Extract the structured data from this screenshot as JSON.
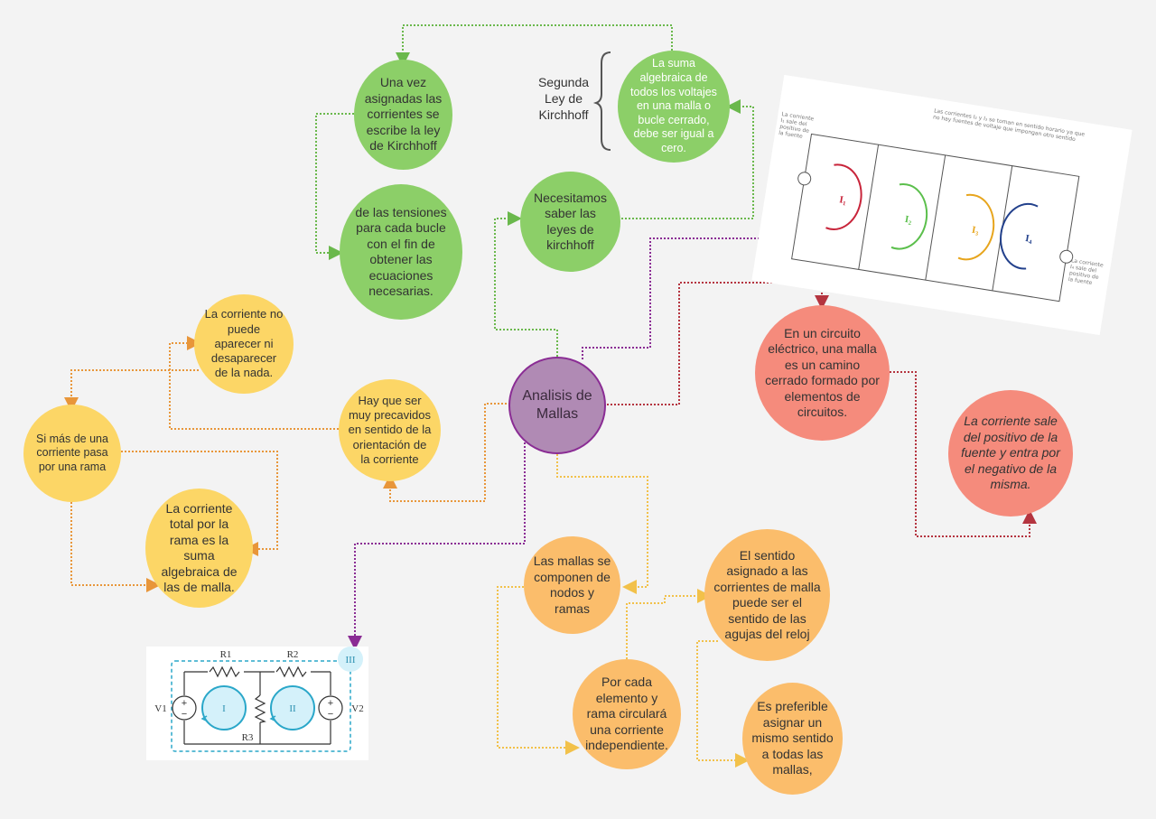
{
  "center": {
    "label": "Analisis de Mallas"
  },
  "kirchhoff": {
    "label": "Segunda Ley de Kirchhoff",
    "definition": "La suma algebraica de todos los voltajes en una malla o bucle cerrado, debe ser igual a cero.",
    "need": "Necesitamos saber las leyes de kirchhoff",
    "apply": "Una vez asignadas las corrientes se escribe la ley de Kirchhoff",
    "tensions": "de las tensiones para cada bucle con el fin de obtener las ecuaciones necesarias."
  },
  "current": {
    "cannot_disappear": "La corriente no puede aparecer ni desaparecer de la nada.",
    "more_than_one": "Si más de una corriente pasa por una rama",
    "total": "La corriente total por la rama es la suma algebraica de las de malla.",
    "careful": "Hay que ser muy precavidos en sentido de la orientación de la corriente"
  },
  "mesh": {
    "definition": "En un circuito eléctrico, una malla es un camino cerrado formado por elementos de circuitos.",
    "source": "La corriente sale del positivo de la fuente y entra por el negativo de la misma."
  },
  "components": {
    "made_of": "Las mallas se componen de nodos y ramas",
    "each_element": "Por cada elemento y rama circulará una corriente independiente.",
    "direction": "El sentido asignado a las corrientes de malla puede ser el sentido de las agujas del reloj",
    "preferable": "Es preferible asignar un mismo sentido a todas las mallas,"
  },
  "circuit": {
    "r1": "R1",
    "r2": "R2",
    "r3": "R3",
    "v1": "V1",
    "v2": "V2",
    "mesh1": "I",
    "mesh2": "II",
    "mesh3": "III"
  },
  "mesh_figure": {
    "note": "Las corrientes I₂ y I₃ se toman en sentido horario ya que no hay fuentes de voltaje que impongan otro sentido",
    "left_note": "La corriente I₁ sale del positivo de la fuente",
    "right_note": "La corriente I₄ sale del positivo de la fuente",
    "i1": "I₁",
    "i2": "I₂",
    "i3": "I₃",
    "i4": "I₄"
  },
  "colors": {
    "green": "#8ccf68",
    "yellow": "#fcd666",
    "orange": "#fbbd6b",
    "red": "#f58b7c",
    "purple": "#b08ab4",
    "purple_line": "#8a2c94",
    "red_line": "#b4343f",
    "orange_line": "#e8963a",
    "yellow_line": "#f2c14a",
    "green_line": "#6ab84c"
  }
}
